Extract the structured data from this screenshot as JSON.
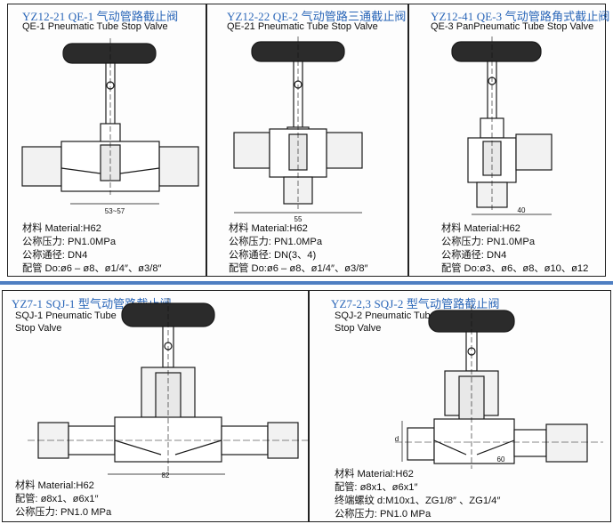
{
  "panels": [
    {
      "title": "YZ12-21 QE-1 气动管路截止阀",
      "subtitle": "QE-1 Pneumatic Tube Stop Valve",
      "dimension": "53~57",
      "specs": [
        "材料 Material:H62",
        "公称压力: PN1.0MPa",
        "公称通径: DN4",
        "配管 Do:ø6 – ø8、ø1/4″、ø3/8″"
      ]
    },
    {
      "title": "YZ12-22 QE-2 气动管路三通截止阀",
      "subtitle": "QE-21 Pneumatic Tube Stop Valve",
      "dimension": "55",
      "specs": [
        "材料 Material:H62",
        "公称压力: PN1.0MPa",
        "公称通径: DN(3、4)",
        "配管 Do:ø6 – ø8、ø1/4″、ø3/8″"
      ]
    },
    {
      "title": "YZ12-41 QE-3 气动管路角式截止阀",
      "subtitle": "QE-3 PanPneumatic Tube Stop Valve",
      "dimension": "40",
      "specs": [
        "材料 Material:H62",
        "公称压力: PN1.0MPa",
        "公称通径: DN4",
        "配管 Do:ø3、ø6、ø8、ø10、ø12"
      ]
    },
    {
      "title": "YZ7-1 SQJ-1 型气动管路截止阀",
      "subtitle_lines": [
        "SQJ-1 Pneumatic Tube",
        "Stop Valve"
      ],
      "dimension": "82",
      "specs": [
        "材料 Material:H62",
        "配管: ø8x1、ø6x1″",
        "公称压力: PN1.0 MPa"
      ]
    },
    {
      "title": "YZ7-2,3 SQJ-2 型气动管路截止阀",
      "subtitle_lines": [
        "SQJ-2 Pneumatic Tube",
        "Stop Valve"
      ],
      "dimension": "60",
      "side_label": "d",
      "specs": [
        "材料 Material:H62",
        "配管: ø8x1、ø6x1″",
        "终端螺纹 d:M10x1、ZG1/8″ 、ZG1/4″",
        "公称压力: PN1.0 MPa"
      ]
    }
  ]
}
